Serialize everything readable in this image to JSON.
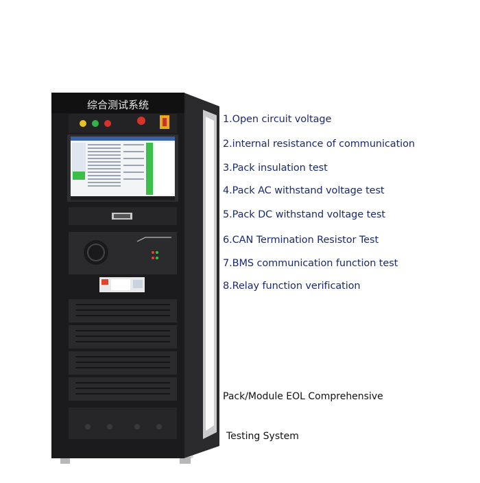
{
  "cabinet": {
    "header_title": "综合测试系统"
  },
  "features": [
    {
      "label": "1.Open circuit voltage"
    },
    {
      "label": "2.internal resistance of communication"
    },
    {
      "label": "3.Pack insulation test"
    },
    {
      "label": "4.Pack AC withstand voltage test"
    },
    {
      "label": "5.Pack DC withstand voltage test"
    },
    {
      "label": "6.CAN Termination Resistor Test"
    },
    {
      "label": "7.BMS communication function test"
    },
    {
      "label": "8.Relay function verification"
    }
  ],
  "caption": {
    "line1": "Pack/Module EOL Comprehensive",
    "line2": "Testing System"
  },
  "colors": {
    "cabinet_body": "#1b1b1d",
    "cabinet_side": "#2a2a2c",
    "text_blue": "#1a2a6c",
    "screen_green": "#3cbf4a"
  }
}
